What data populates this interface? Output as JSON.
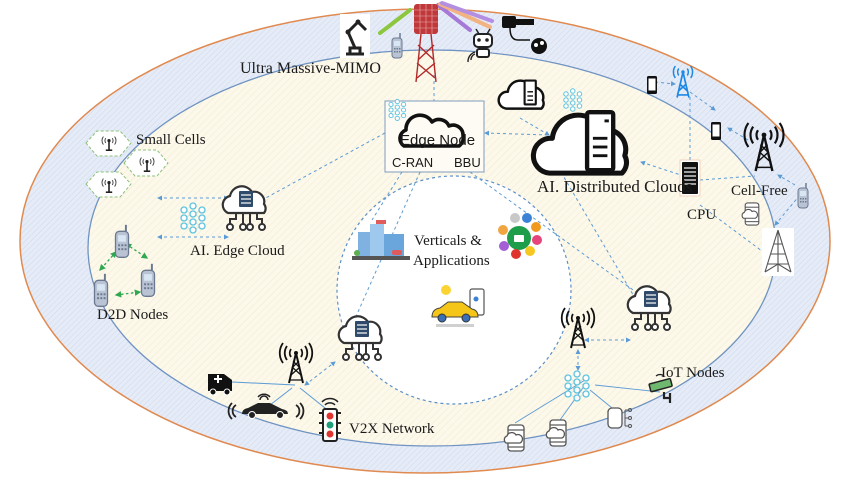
{
  "title": "6G network architecture diagram",
  "colors": {
    "outer_ring_border": "#e08a50",
    "outer_ring_fill": "#e3eaf6",
    "inner_ring_border": "#6f93c2",
    "inner_ring_fill": "#fbf7e8",
    "core_border": "#5b8fc7",
    "link_blue": "#5b9bd5",
    "link_green": "#2fa84f",
    "hex_border": "#8cc07a"
  },
  "labels": {
    "ultra_massive_mimo": "Ultra Massive-MIMO",
    "small_cells": "Small Cells",
    "ai_edge_cloud": "AI. Edge Cloud",
    "d2d_nodes": "D2D Nodes",
    "edge_node": "Edge Node",
    "c_ran": "C-RAN",
    "bbu": "BBU",
    "ai_distributed_clouds": "AI. Distributed Clouds",
    "cpu": "CPU",
    "cell_free": "Cell-Free",
    "verticals_line1": "Verticals &",
    "verticals_line2": "Applications",
    "v2x_network": "V2X Network",
    "iot_nodes": "IoT Nodes"
  },
  "icons": [
    "robot-arm-icon",
    "mobile-phone-icon",
    "massive-mimo-tower-icon",
    "robot-icon",
    "vr-headset-icon",
    "cloud-server-icon",
    "neural-network-icon",
    "smartphone-icon",
    "antenna-tower-icon",
    "server-cpu-icon",
    "smart-city-icon",
    "iot-apps-icon",
    "smart-car-icon",
    "ambulance-icon",
    "car-icon",
    "traffic-light-icon",
    "cctv-camera-icon",
    "smartwatch-icon",
    "cloud-phone-icon",
    "lattice-tower-icon"
  ]
}
